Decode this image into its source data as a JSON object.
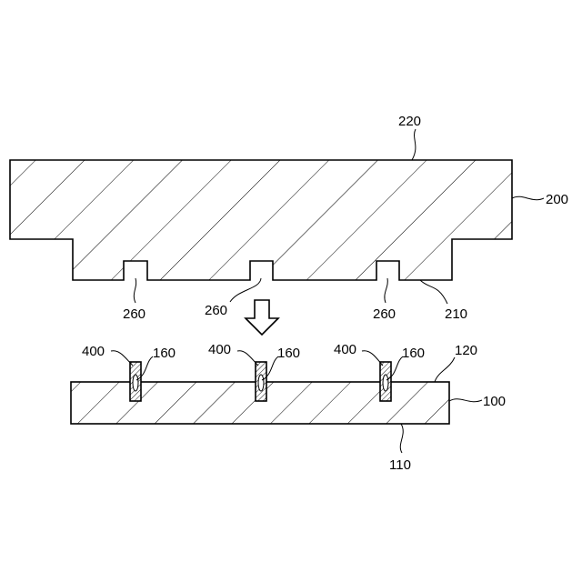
{
  "labels": {
    "upper_top_surface": "220",
    "upper_member": "200",
    "upper_bottom_surface": "210",
    "recess_left": "260",
    "recess_middle": "260",
    "recess_right": "260",
    "pin_left": "400",
    "pin_middle": "400",
    "pin_right": "400",
    "hole_left": "160",
    "hole_middle": "160",
    "hole_right": "160",
    "lower_top_surface": "120",
    "lower_member": "100",
    "lower_bottom_surface": "110"
  },
  "arrow": {
    "direction": "down"
  }
}
